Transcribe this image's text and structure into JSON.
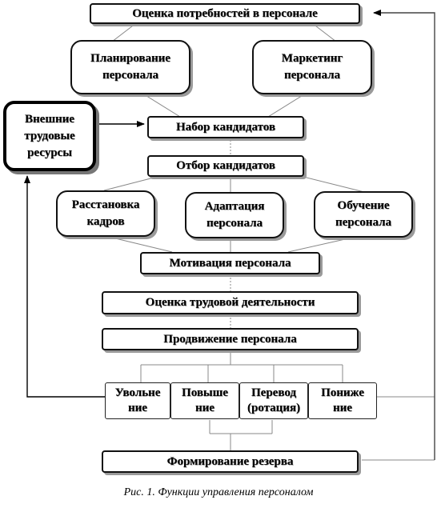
{
  "diagram": {
    "needs_assessment": "Оценка потребностей в персонале",
    "planning_l1": "Планирование",
    "planning_l2": "персонала",
    "marketing_l1": "Маркетинг",
    "marketing_l2": "персонала",
    "external_l1": "Внешние",
    "external_l2": "трудовые",
    "external_l3": "ресурсы",
    "recruitment": "Набор кандидатов",
    "selection": "Отбор кандидатов",
    "placement_l1": "Расстановка",
    "placement_l2": "кадров",
    "adaptation_l1": "Адаптация",
    "adaptation_l2": "персонала",
    "training_l1": "Обучение",
    "training_l2": "персонала",
    "motivation": "Мотивация персонала",
    "performance": "Оценка трудовой деятельности",
    "promotion": "Продвижение персонала",
    "dismissal_l1": "Увольне",
    "dismissal_l2": "ние",
    "raise_l1": "Повыше",
    "raise_l2": "ние",
    "transfer_l1": "Перевод",
    "transfer_l2": "(ротация)",
    "demotion_l1": "Пониже",
    "demotion_l2": "ние",
    "reserve": "Формирование резерва"
  },
  "caption": "Рис. 1. Функции управления персоналом"
}
